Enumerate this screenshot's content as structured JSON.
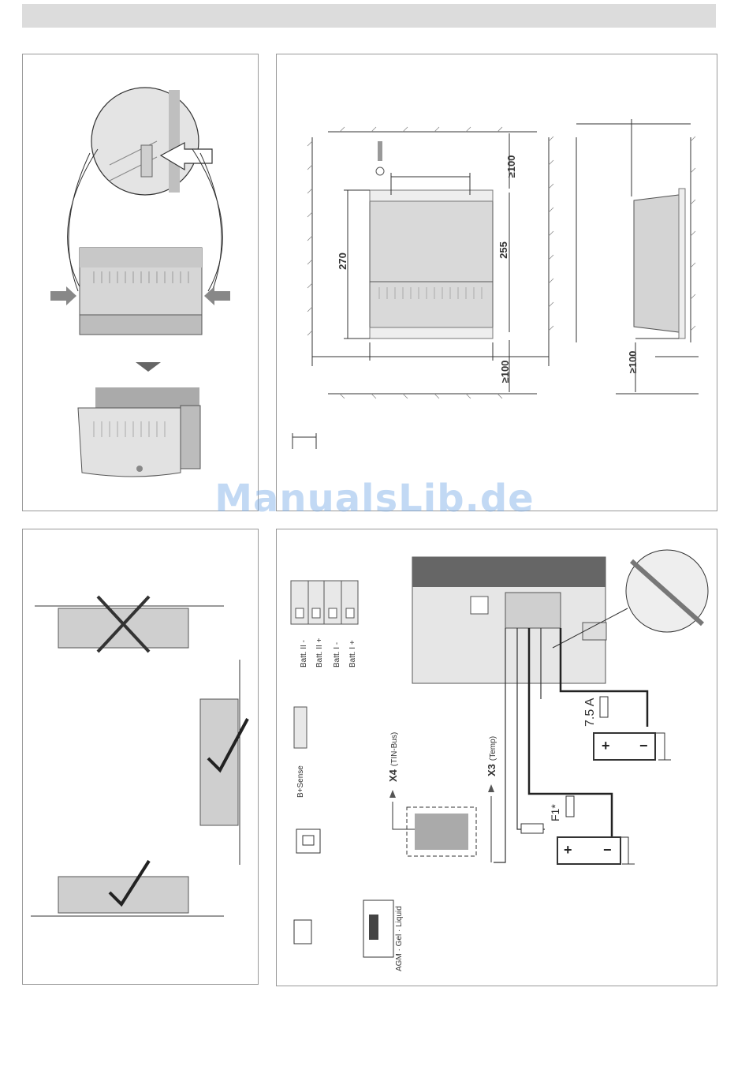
{
  "watermark": "ManualsLib.de",
  "dimensions": {
    "clearance_top": "≥100",
    "clearance_bottom": "≥100",
    "clearance_side_bottom": "≥100",
    "height_outer": "270",
    "height_holes": "255"
  },
  "terminals": [
    "Batt. II -",
    "Batt. II +",
    "Batt. I -",
    "Batt. I +"
  ],
  "sense_label": "B+Sense",
  "x4": {
    "id": "X4",
    "desc": "(TIN-Bus)"
  },
  "x3": {
    "id": "X3",
    "desc": "(Temp)"
  },
  "fuse_main": "7.5 A",
  "fuse_f1": "F1*",
  "battery_type_label": "AGM · Gel · Liquid",
  "battery_plus": "+",
  "battery_minus": "−"
}
